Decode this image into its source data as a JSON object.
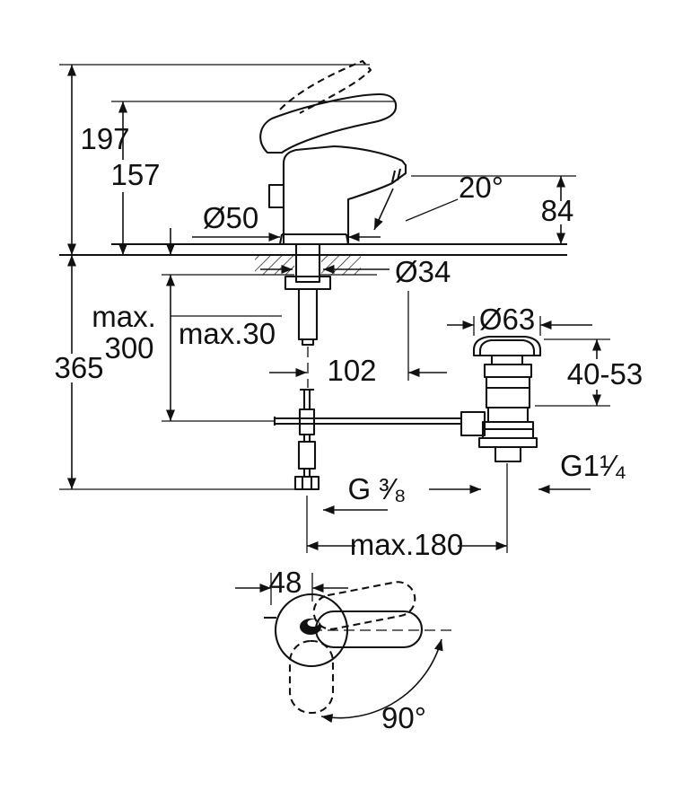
{
  "colors": {
    "line": "#111111",
    "background": "#ffffff"
  },
  "drawing_type": "faucet installation dimension drawing",
  "labels": {
    "dim_197": "197",
    "dim_157": "157",
    "dia_50": "Ø50",
    "angle_20": "20°",
    "dim_84": "84",
    "dia_34": "Ø34",
    "max_word": "max.",
    "max_300": "300",
    "dim_365": "365",
    "max_30": "max.30",
    "dim_102": "102",
    "dia_63": "Ø63",
    "range_40_53": "40-53",
    "thread_g114": "G1¹⁄₄",
    "thread_g38": "G ³⁄₈",
    "max_180": "max.180",
    "dim_48": "48",
    "angle_90": "90°"
  }
}
